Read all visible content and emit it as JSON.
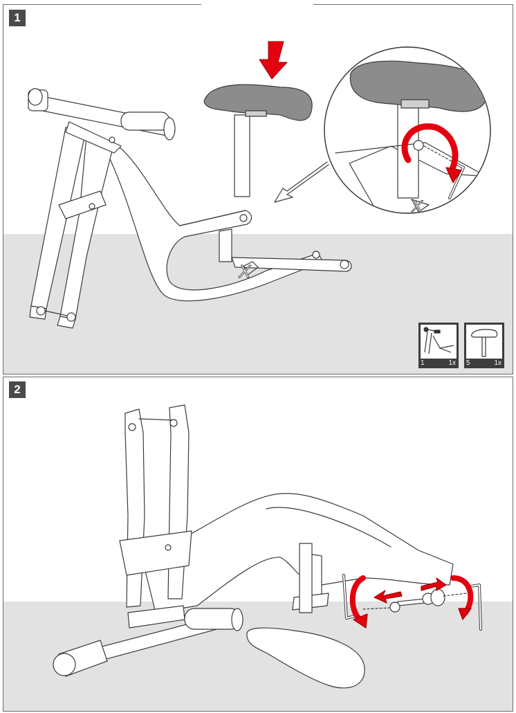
{
  "steps": [
    {
      "number": "1",
      "title": "",
      "parts": [
        {
          "icon": "frame-fork-handlebar-icon",
          "number": "1",
          "quantity": "1x"
        },
        {
          "icon": "saddle-seatpost-icon",
          "number": "5",
          "quantity": "1x"
        }
      ]
    },
    {
      "number": "2",
      "title": ""
    }
  ],
  "colors": {
    "accent": "#e3000f",
    "floor": "#e2e2e3",
    "frame": "#6b6b6b",
    "label_box": "#3d3d3d"
  }
}
